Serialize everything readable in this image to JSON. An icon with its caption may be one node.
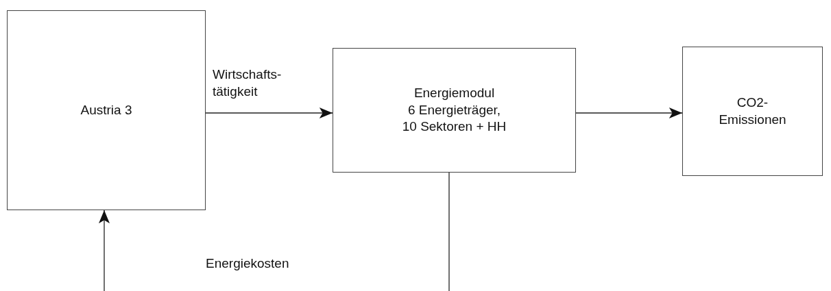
{
  "diagram": {
    "nodes": [
      {
        "text": [
          "Austria 3"
        ]
      },
      {
        "text": [
          "Energiemodul",
          "6 Energieträger, 10 Sektoren + HH"
        ]
      },
      {
        "text": [
          "CO2- Emissionen"
        ]
      }
    ],
    "edges": [
      {
        "from": 0,
        "to": 1,
        "arrow": "to",
        "label": "Wirtschafts- tätigkeit"
      },
      {
        "from": 1,
        "to": 2,
        "arrow": "to"
      },
      {
        "from": 1,
        "to": null,
        "arrow": "none"
      },
      {
        "from": null,
        "to": 0,
        "arrow": "to"
      }
    ],
    "labels": [
      "Energiekosten"
    ]
  }
}
